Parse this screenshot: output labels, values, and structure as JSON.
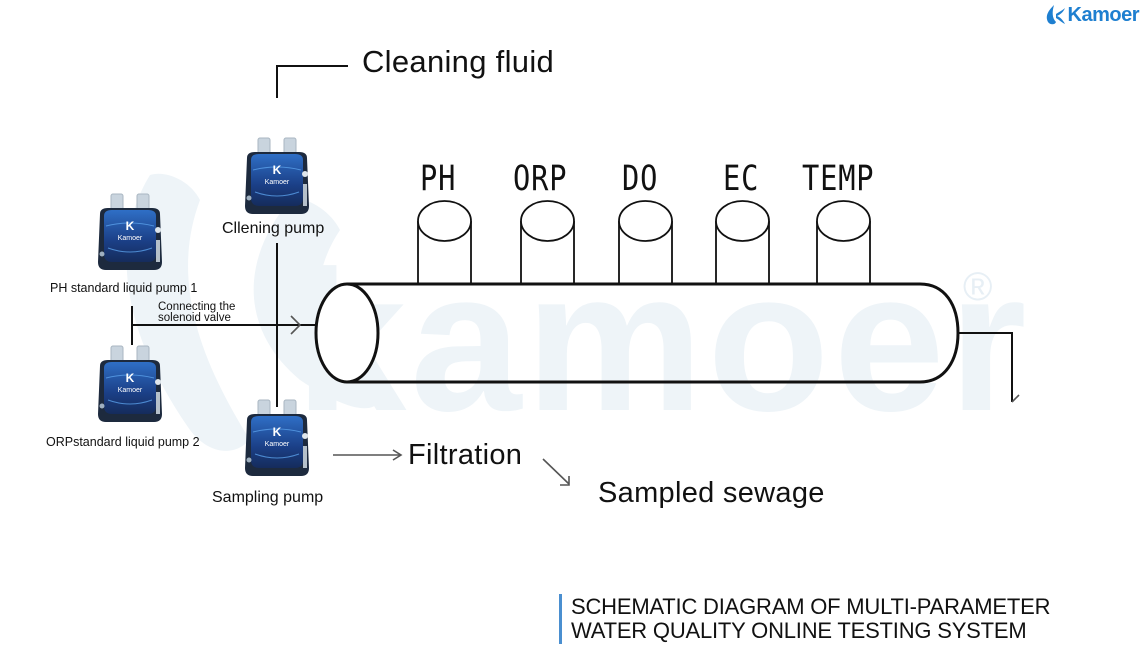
{
  "brand": {
    "logo_text": "Kamoer",
    "logo_icon": "kamoer-droplet-k-logo",
    "watermark_text": "kamoer",
    "watermark_mark": "®",
    "brand_color": "#1e7fd0",
    "watermark_color": "#eef4f8"
  },
  "labels": {
    "cleaning_fluid": "Cleaning fluid",
    "cleaning_pump": "Cllening pump",
    "ph_pump": "PH standard liquid pump 1",
    "orp_pump": "ORPstandard liquid pump 2",
    "sampling_pump": "Sampling pump",
    "connecting_line1": "Connecting the",
    "connecting_line2": "solenoid valve",
    "filtration": "Filtration",
    "sampled_sewage": "Sampled sewage"
  },
  "sensors": [
    {
      "label": "PH"
    },
    {
      "label": "ORP"
    },
    {
      "label": "DO"
    },
    {
      "label": "EC"
    },
    {
      "label": "TEMP"
    }
  ],
  "pumps": [
    {
      "id": "cleaning",
      "icon": "peristaltic-pump-icon",
      "brand": "Kamoer"
    },
    {
      "id": "ph-standard",
      "icon": "peristaltic-pump-icon",
      "brand": "Kamoer"
    },
    {
      "id": "orp-standard",
      "icon": "peristaltic-pump-icon",
      "brand": "Kamoer"
    },
    {
      "id": "sampling",
      "icon": "peristaltic-pump-icon",
      "brand": "Kamoer"
    }
  ],
  "title": {
    "line1": "SCHEMATIC DIAGRAM OF MULTI-PARAMETER",
    "line2": "WATER QUALITY ONLINE TESTING SYSTEM",
    "accent_color": "#4a8fd0"
  }
}
